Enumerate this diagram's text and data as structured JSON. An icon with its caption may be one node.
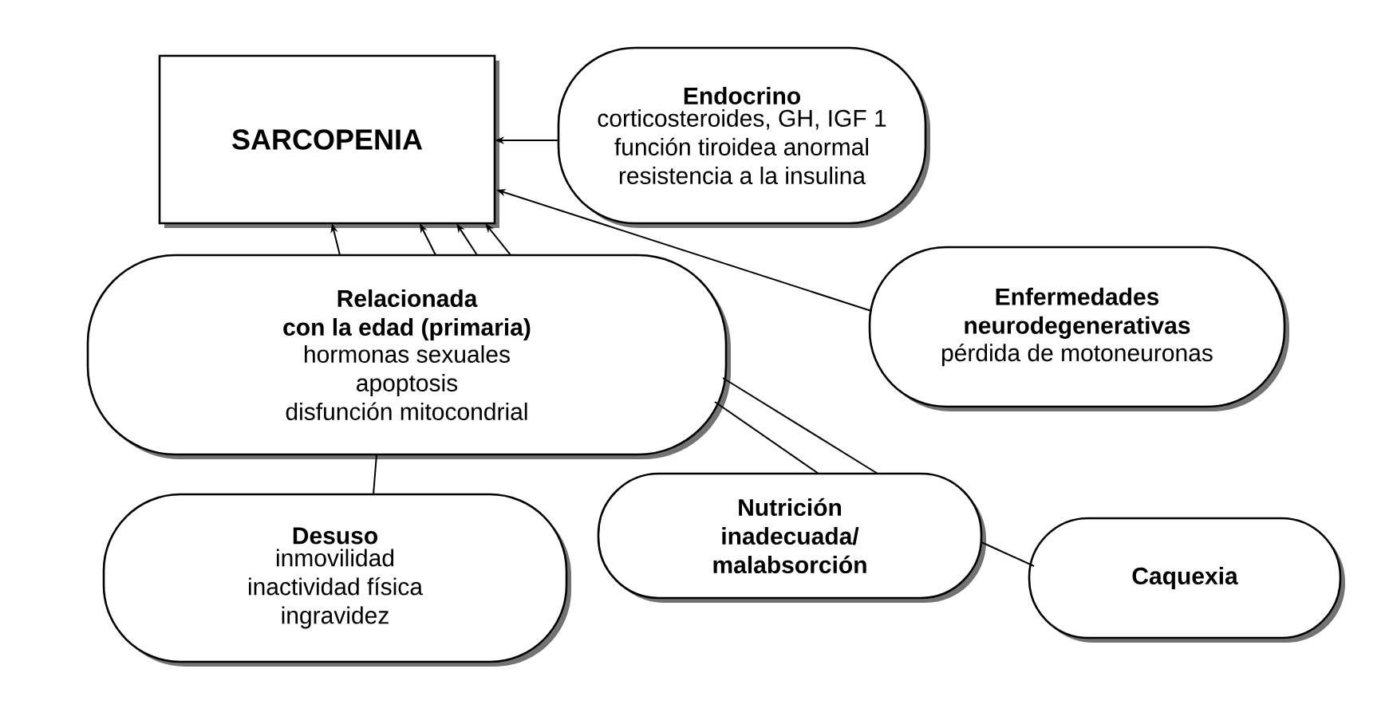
{
  "diagram": {
    "nodes": [
      {
        "text": [
          "SARCOPENIA"
        ]
      },
      {
        "text": [
          "Endocrino",
          "corticosteroides, GH, IGF 1 función tiroidea anormal resistencia a la insulina"
        ]
      },
      {
        "text": [
          "Enfermedades neurodegenerativas",
          "pérdida de motoneuronas"
        ]
      },
      {
        "text": [
          "Relacionada con la edad (primaria)",
          "hormonas sexuales apoptosis disfunción mitocondrial"
        ]
      },
      {
        "text": [
          "Desuso",
          "inmovilidad inactividad física ingravidez"
        ]
      },
      {
        "text": [
          "Nutrición inadecuada/ malabsorción"
        ]
      },
      {
        "text": [
          "Caquexia"
        ]
      }
    ],
    "edges": [
      {
        "from": 1,
        "to": 0,
        "arrow": "to"
      },
      {
        "from": 2,
        "to": 0,
        "arrow": "to"
      },
      {
        "from": 3,
        "to": 0,
        "arrow": "to"
      },
      {
        "from": 3,
        "to": 0,
        "arrow": "to"
      },
      {
        "from": 3,
        "to": 0,
        "arrow": "to"
      },
      {
        "from": 3,
        "to": 0,
        "arrow": "to"
      },
      {
        "from": 4,
        "to": 3,
        "arrow": "none"
      },
      {
        "from": 5,
        "to": 3,
        "arrow": "none"
      },
      {
        "from": 5,
        "to": 3,
        "arrow": "none"
      },
      {
        "from": 6,
        "to": 5,
        "arrow": "none"
      }
    ]
  }
}
